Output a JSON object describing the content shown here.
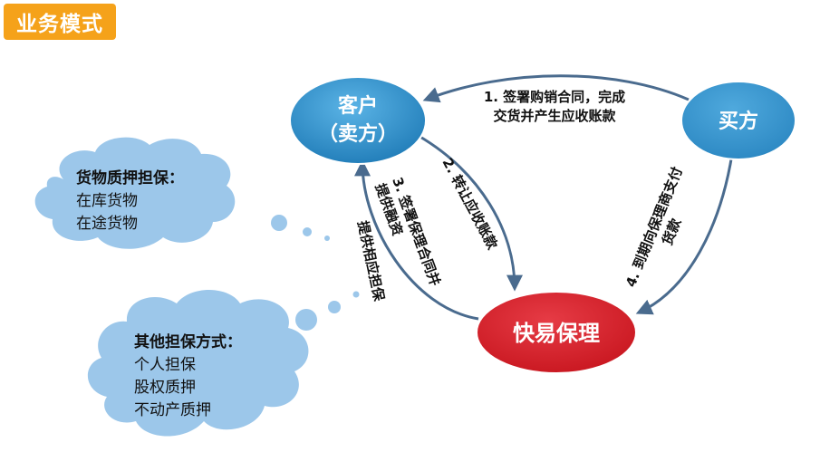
{
  "title": "业务模式",
  "nodes": {
    "customer_line1": "客户",
    "customer_line2": "（卖方）",
    "buyer": "买方",
    "factor": "快易保理"
  },
  "flows": {
    "flow1_line1": "1. 签署购销合同，完成",
    "flow1_line2": "交货并产生应收账款",
    "flow2": "2. 转让应收账款",
    "flow3_line1": "3. 签署保理合同并",
    "flow3_line2": "提供融资",
    "flow4_line1": "4. 到期向保理商支付",
    "flow4_line2": "货款",
    "guarantee": "提供相应担保"
  },
  "cloud_top": {
    "heading": "货物质押担保：",
    "items": [
      "在库货物",
      "在途货物"
    ]
  },
  "cloud_bottom": {
    "heading": "其他担保方式：",
    "items": [
      "个人担保",
      "股权质押",
      "不动产质押"
    ]
  },
  "colors": {
    "title_bg": "#F5A21A",
    "node_blue": "#2E8BC4",
    "node_red": "#D8202F",
    "cloud": "#9CC7EA",
    "arrow": "#4A6B8E"
  }
}
